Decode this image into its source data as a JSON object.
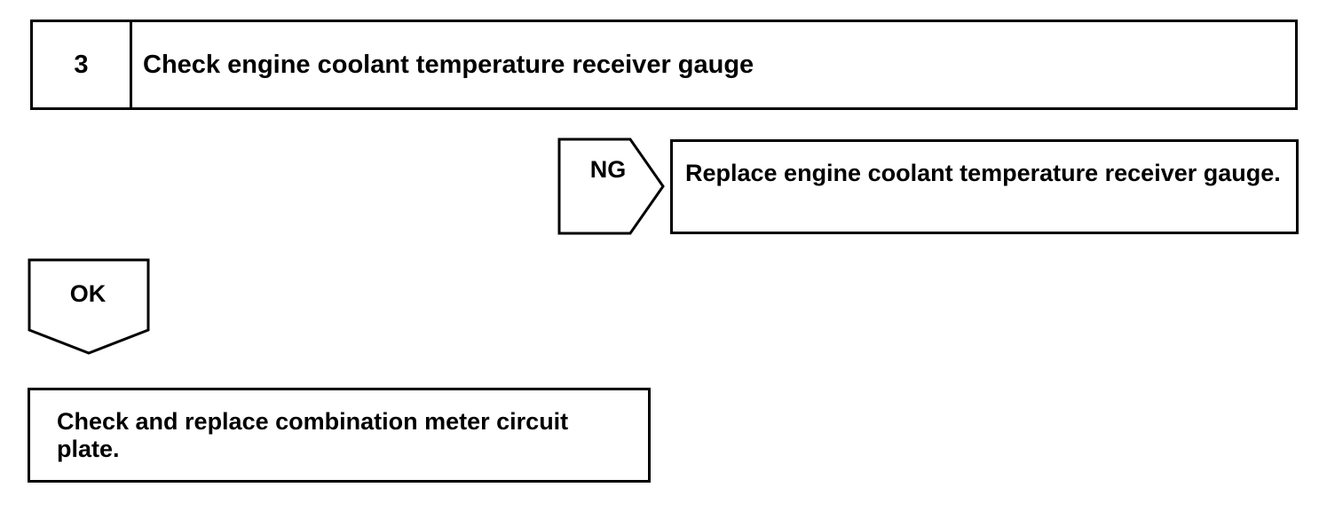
{
  "step": {
    "number": "3",
    "title": "Check engine coolant temperature receiver gauge"
  },
  "ng_branch": {
    "label": "NG",
    "action": "Replace engine coolant temperature receiver gauge."
  },
  "ok_branch": {
    "label": "OK",
    "action": "Check and replace combination meter circuit plate."
  }
}
